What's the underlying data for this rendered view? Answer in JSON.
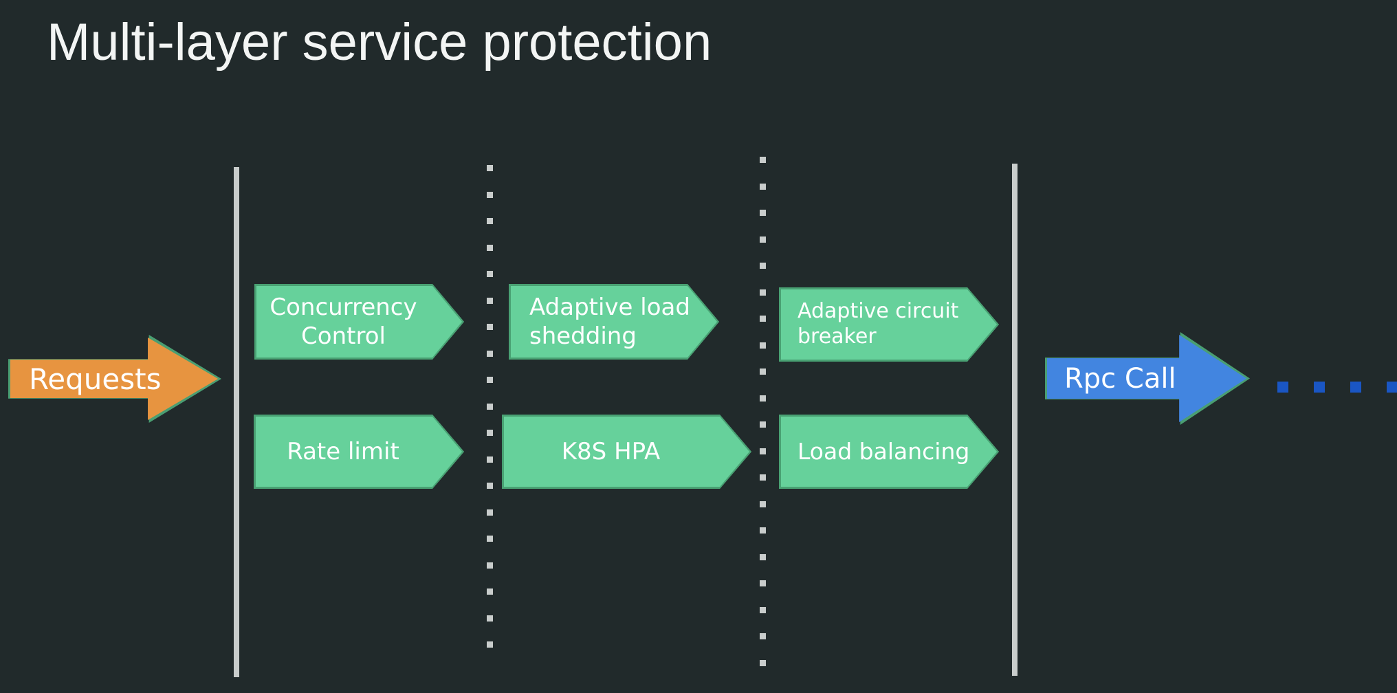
{
  "slide": {
    "title": "Multi-layer service protection",
    "background_color": "#212a2b",
    "title_color": "#f3f5f4"
  },
  "colors": {
    "green_fill": "#66d19b",
    "green_border": "#49a173",
    "orange_fill": "#e79440",
    "blue_fill": "#4285e0",
    "line_gray": "#c9cdcc",
    "trail_dot_blue": "#1a56c4"
  },
  "flow": {
    "input": {
      "label": "Requests",
      "fill": "#e79440"
    },
    "output": {
      "label": "Rpc Call",
      "fill": "#4285e0"
    },
    "trailing_dots_count": 4,
    "stages": [
      {
        "name": "stage-1",
        "boundary_left": "solid-line",
        "boundary_right": "dotted-line",
        "items": [
          {
            "label": "Concurrency Control",
            "align": "center"
          },
          {
            "label": "Rate limit",
            "align": "center"
          }
        ]
      },
      {
        "name": "stage-2",
        "boundary_left": "dotted-line",
        "boundary_right": "dotted-line",
        "items": [
          {
            "label": "Adaptive load shedding",
            "align": "left"
          },
          {
            "label": "K8S HPA",
            "align": "center"
          }
        ]
      },
      {
        "name": "stage-3",
        "boundary_left": "dotted-line",
        "boundary_right": "solid-line",
        "items": [
          {
            "label": "Adaptive circuit breaker",
            "align": "left"
          },
          {
            "label": "Load balancing",
            "align": "left"
          }
        ]
      }
    ]
  },
  "labels": {
    "concurrency_control": "Concurrency\nControl",
    "rate_limit": "Rate limit",
    "adaptive_load_shedding": "Adaptive load\nshedding",
    "k8s_hpa": "K8S HPA",
    "adaptive_circuit_breaker": "Adaptive circuit\nbreaker",
    "load_balancing": "Load balancing",
    "requests": "Requests",
    "rpc_call": "Rpc Call"
  }
}
